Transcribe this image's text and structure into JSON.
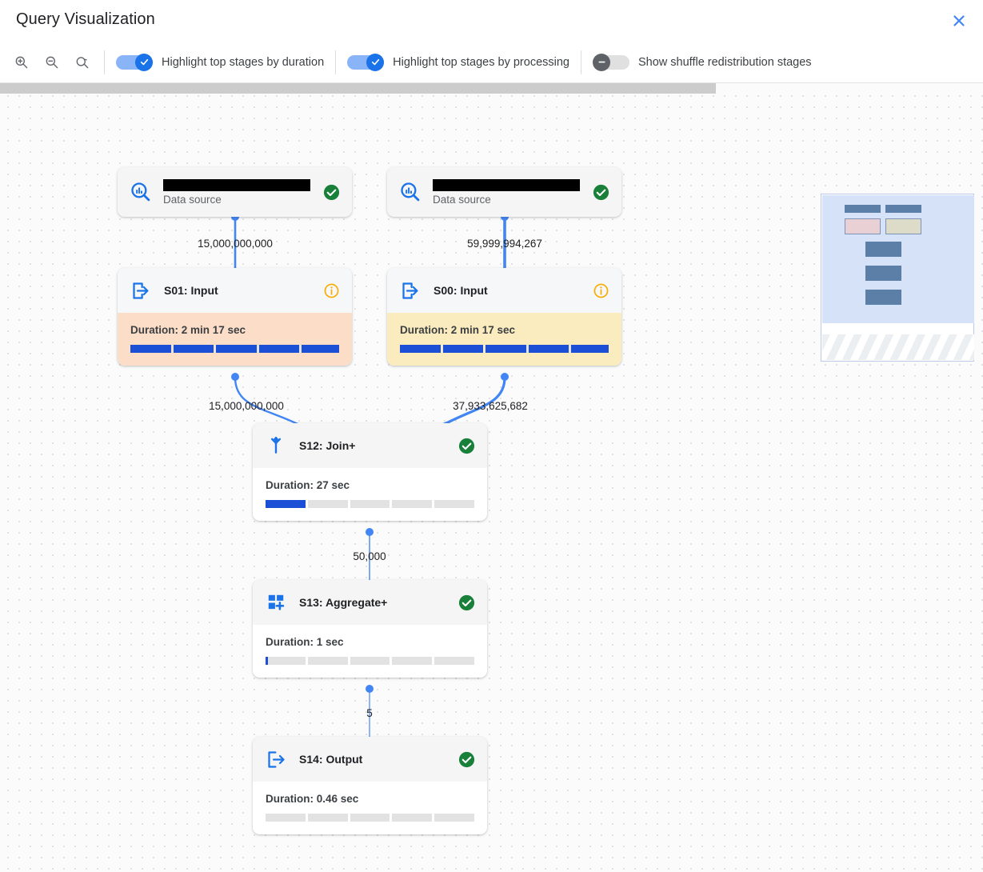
{
  "header": {
    "title": "Query Visualization",
    "close_icon": "close-icon"
  },
  "toolbar": {
    "zoom_in_icon": "zoom-in-icon",
    "zoom_out_icon": "zoom-out-icon",
    "zoom_reset_icon": "zoom-reset-icon",
    "toggles": [
      {
        "label": "Highlight top stages by duration",
        "state": "on"
      },
      {
        "label": "Highlight top stages by processing",
        "state": "on"
      },
      {
        "label": "Show shuffle redistribution stages",
        "state": "off"
      }
    ]
  },
  "graph": {
    "nodes": [
      {
        "id": "ds-left",
        "kind": "data-source",
        "name_redacted": true,
        "subtitle": "Data source",
        "icon": "bigquery-data-source-icon",
        "status": "success",
        "status_icon": "check-circle-icon"
      },
      {
        "id": "ds-right",
        "kind": "data-source",
        "name_redacted": true,
        "subtitle": "Data source",
        "icon": "bigquery-data-source-icon",
        "status": "success",
        "status_icon": "check-circle-icon"
      },
      {
        "id": "S01",
        "kind": "stage",
        "title": "S01: Input",
        "icon": "input-arrow-icon",
        "status": "info",
        "status_icon": "info-circle-icon",
        "duration_label": "Duration: 2 min 17 sec",
        "progress_percent": 100,
        "highlight": "peach"
      },
      {
        "id": "S00",
        "kind": "stage",
        "title": "S00: Input",
        "icon": "input-arrow-icon",
        "status": "info",
        "status_icon": "info-circle-icon",
        "duration_label": "Duration: 2 min 17 sec",
        "progress_percent": 100,
        "highlight": "yellow"
      },
      {
        "id": "S12",
        "kind": "stage",
        "title": "S12: Join+",
        "icon": "join-merge-icon",
        "status": "success",
        "status_icon": "check-circle-icon",
        "duration_label": "Duration: 27 sec",
        "progress_percent": 20,
        "highlight": "none"
      },
      {
        "id": "S13",
        "kind": "stage",
        "title": "S13: Aggregate+",
        "icon": "aggregate-plus-icon",
        "status": "success",
        "status_icon": "check-circle-icon",
        "duration_label": "Duration: 1 sec",
        "progress_percent": 1,
        "highlight": "none"
      },
      {
        "id": "S14",
        "kind": "stage",
        "title": "S14: Output",
        "icon": "output-arrow-icon",
        "status": "success",
        "status_icon": "check-circle-icon",
        "duration_label": "Duration: 0.46 sec",
        "progress_percent": 0,
        "highlight": "none"
      }
    ],
    "edge_labels": [
      {
        "id": "e1",
        "from": "ds-left",
        "to": "S01",
        "value": "15,000,000,000"
      },
      {
        "id": "e2",
        "from": "ds-right",
        "to": "S00",
        "value": "59,999,994,267"
      },
      {
        "id": "e3",
        "from": "S01",
        "to": "S12",
        "value": "15,000,000,000"
      },
      {
        "id": "e4",
        "from": "S00",
        "to": "S12",
        "value": "37,933,625,682"
      },
      {
        "id": "e5",
        "from": "S12",
        "to": "S13",
        "value": "50,000"
      },
      {
        "id": "e6",
        "from": "S13",
        "to": "S14",
        "value": "5"
      }
    ]
  },
  "minimap": {
    "name": "graph-minimap"
  },
  "colors": {
    "accent_blue": "#1a73e8",
    "edge_blue": "#4285f4",
    "progress_blue": "#1a4fd6",
    "success_green": "#188038",
    "info_amber": "#f9ab00",
    "highlight_peach": "#fbddc8",
    "highlight_yellow": "#faecbe"
  }
}
